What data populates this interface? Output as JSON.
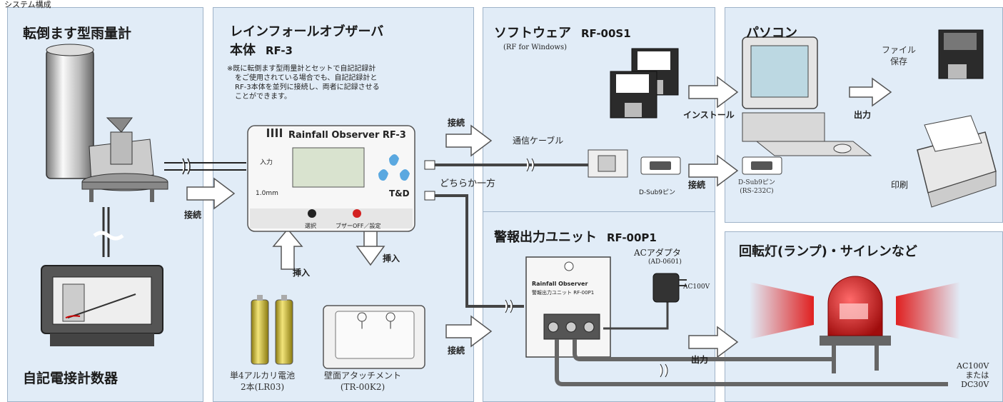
{
  "top_label": "システム構成",
  "panels": {
    "rain_gauge": {
      "title": "転倒ます型雨量計",
      "recorder_title": "自記電接計数器"
    },
    "observer": {
      "title_line1": "レインフォールオブザーバ",
      "title_line2": "本体",
      "model": "RF-3",
      "note": [
        "※既に転倒ます型雨量計とセットで自記記録計",
        "をご使用されている場合でも、自記記録計と",
        "RF-3本体を並列に接続し、両者に記録させる",
        "ことができます。"
      ],
      "device_brand": "Rainfall Observer",
      "device_model": "RF-3",
      "input_label": "入力",
      "scale_label": "1.0mm",
      "btn_select": "選択",
      "btn_buzzer": "ブザーOFF／設定",
      "logo": "T&D",
      "insert_left": "挿入",
      "insert_right": "挿入",
      "battery_caption": [
        "単4アルカリ電池",
        "2本(LR03)"
      ],
      "mount_caption": [
        "壁面アタッチメント",
        "(TR-00K2)"
      ]
    },
    "software": {
      "title": "ソフトウェア",
      "model": "RF-00S1",
      "subtitle": "(RF for Windows)"
    },
    "pc": {
      "title": "パソコン",
      "file_save": [
        "ファイル",
        "保存"
      ],
      "print": "印刷",
      "output": "出力",
      "install": "インストール",
      "dsub_caption": [
        "D-Sub9ピン",
        "(RS-232C)"
      ]
    },
    "alarm": {
      "title": "警報出力ユニット",
      "model": "RF-00P1",
      "unit_brand": "Rainfall Observer",
      "unit_name": "警報出力ユニット RF-00P1",
      "adapter": "ACアダプタ",
      "adapter_model": "(AD-0601)",
      "ac100": "AC100V"
    },
    "lamp": {
      "title": "回転灯(ランプ)・サイレンなど",
      "power": [
        "AC100V",
        "または",
        "DC30V"
      ]
    }
  },
  "labels": {
    "connect_left": "接続",
    "connect_software": "接続",
    "connect_alarm": "接続",
    "connect_dsub": "接続",
    "cable": "通信ケーブル",
    "either": "どちらか一方",
    "dsub_small": "D-Sub9ピン",
    "output_alarm": "出力"
  },
  "colors": {
    "panel_bg": "#e1ecf7",
    "panel_border": "#9fb3c8",
    "lamp_red": "#d11f1f"
  }
}
